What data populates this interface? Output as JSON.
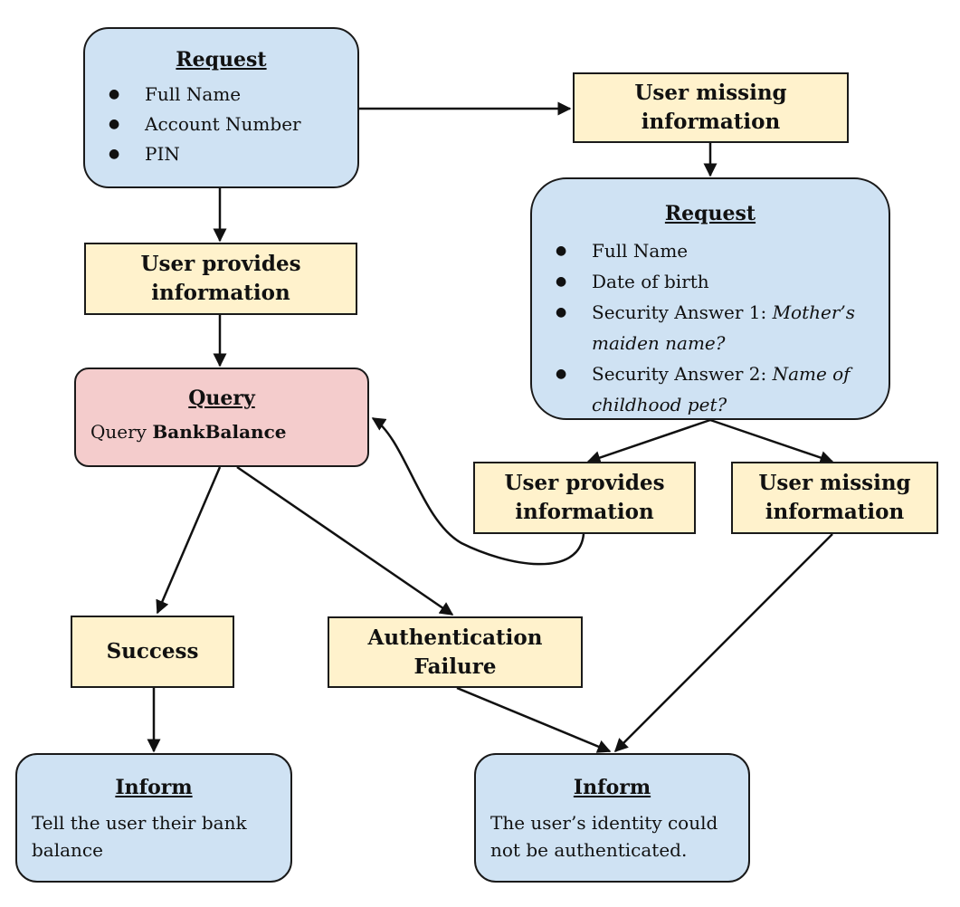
{
  "request1": {
    "title": "Request",
    "items": [
      "Full Name",
      "Account Number",
      "PIN"
    ]
  },
  "missing1": {
    "line1": "User missing",
    "line2": "information"
  },
  "provides1": {
    "line1": "User provides",
    "line2": "information"
  },
  "request2": {
    "title": "Request",
    "items": [
      {
        "text": "Full Name",
        "italic": ""
      },
      {
        "text": "Date of birth",
        "italic": ""
      },
      {
        "text": "Security Answer 1: ",
        "italic": "Mother’s",
        "line2": "maiden name?"
      },
      {
        "text": "Security Answer 2: ",
        "italic": "Name of",
        "line2": "childhood pet?"
      }
    ]
  },
  "query": {
    "title": "Query",
    "prefix": "Query ",
    "bold": "BankBalance"
  },
  "provides2": {
    "line1": "User provides",
    "line2": "information"
  },
  "missing2": {
    "line1": "User missing",
    "line2": "information"
  },
  "success": {
    "label": "Success"
  },
  "authfail": {
    "line1": "Authentication",
    "line2": "Failure"
  },
  "inform1": {
    "title": "Inform",
    "line1": "Tell the user their bank",
    "line2": "balance"
  },
  "inform2": {
    "title": "Inform",
    "line1": "The user’s identity  could",
    "line2": "not be authenticated."
  }
}
